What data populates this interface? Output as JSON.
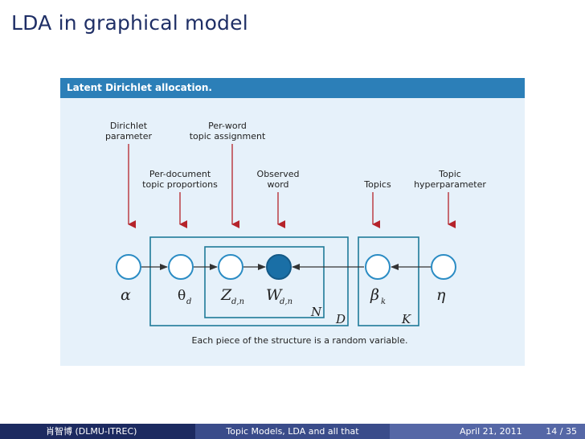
{
  "slide": {
    "title": "LDA in graphical model"
  },
  "figure": {
    "header": "Latent Dirichlet allocation.",
    "labels": {
      "dirichlet_parameter": [
        "Dirichlet",
        "parameter"
      ],
      "per_word_topic_assignment": [
        "Per-word",
        "topic assignment"
      ],
      "per_document_topic_proportions": [
        "Per-document",
        "topic proportions"
      ],
      "observed_word": [
        "Observed",
        "word"
      ],
      "topics": [
        "Topics"
      ],
      "topic_hyperparameter": [
        "Topic",
        "hyperparameter"
      ]
    },
    "nodes": {
      "alpha": "α",
      "theta": "θ",
      "theta_sub": "d",
      "z": "Z",
      "z_sub": "d,n",
      "w": "W",
      "w_sub": "d,n",
      "beta": "β",
      "beta_sub": "k",
      "eta": "η"
    },
    "plates": {
      "inner": "N",
      "outer": "D",
      "topics": "K"
    },
    "caption": "Each piece of the structure is a random variable.",
    "colors": {
      "background": "#e6f1fa",
      "header": "#2c7fb8",
      "node_stroke": "#2b8cc4",
      "observed_fill": "#1a6fa6",
      "plate_stroke": "#1f7a99",
      "arrow": "#b5232a",
      "edge": "#333333"
    }
  },
  "footer": {
    "author": "肖智博 (DLMU-ITREC)",
    "talk_title": "Topic Models, LDA and all that",
    "date": "April 21, 2011",
    "page": "14 / 35"
  }
}
